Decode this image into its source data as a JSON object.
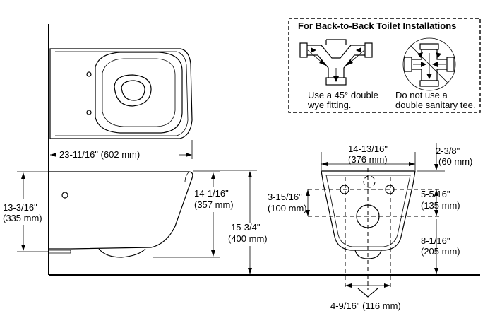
{
  "inset": {
    "title": "For Back-to-Back Toilet Installations",
    "left_caption_line1": "Use a 45° double",
    "left_caption_line2": "wye fitting.",
    "right_caption_line1": "Do not use a",
    "right_caption_line2": "double sanitary tee."
  },
  "side_view": {
    "width_label": "23-11/16\" (602 mm)",
    "body_height_line1": "13-3/16\"",
    "body_height_line2": "(335 mm)",
    "rim_height_line1": "14-1/16\"",
    "rim_height_line2": "(357 mm)",
    "overall_height_line1": "15-3/4\"",
    "overall_height_line2": "(400 mm)"
  },
  "front_view": {
    "width_line1": "14-13/16\"",
    "width_line2": "(376 mm)",
    "top_offset_line1": "2-3/8\"",
    "top_offset_line2": "(60 mm)",
    "bolt_height_line1": "3-15/16\"",
    "bolt_height_line2": "(100 mm)",
    "inlet_height_line1": "5-5/16\"",
    "inlet_height_line2": "(135 mm)",
    "outlet_height_line1": "8-1/16\"",
    "outlet_height_line2": "(205 mm)",
    "outlet_spacing_label": "4-9/16\" (116 mm)"
  }
}
